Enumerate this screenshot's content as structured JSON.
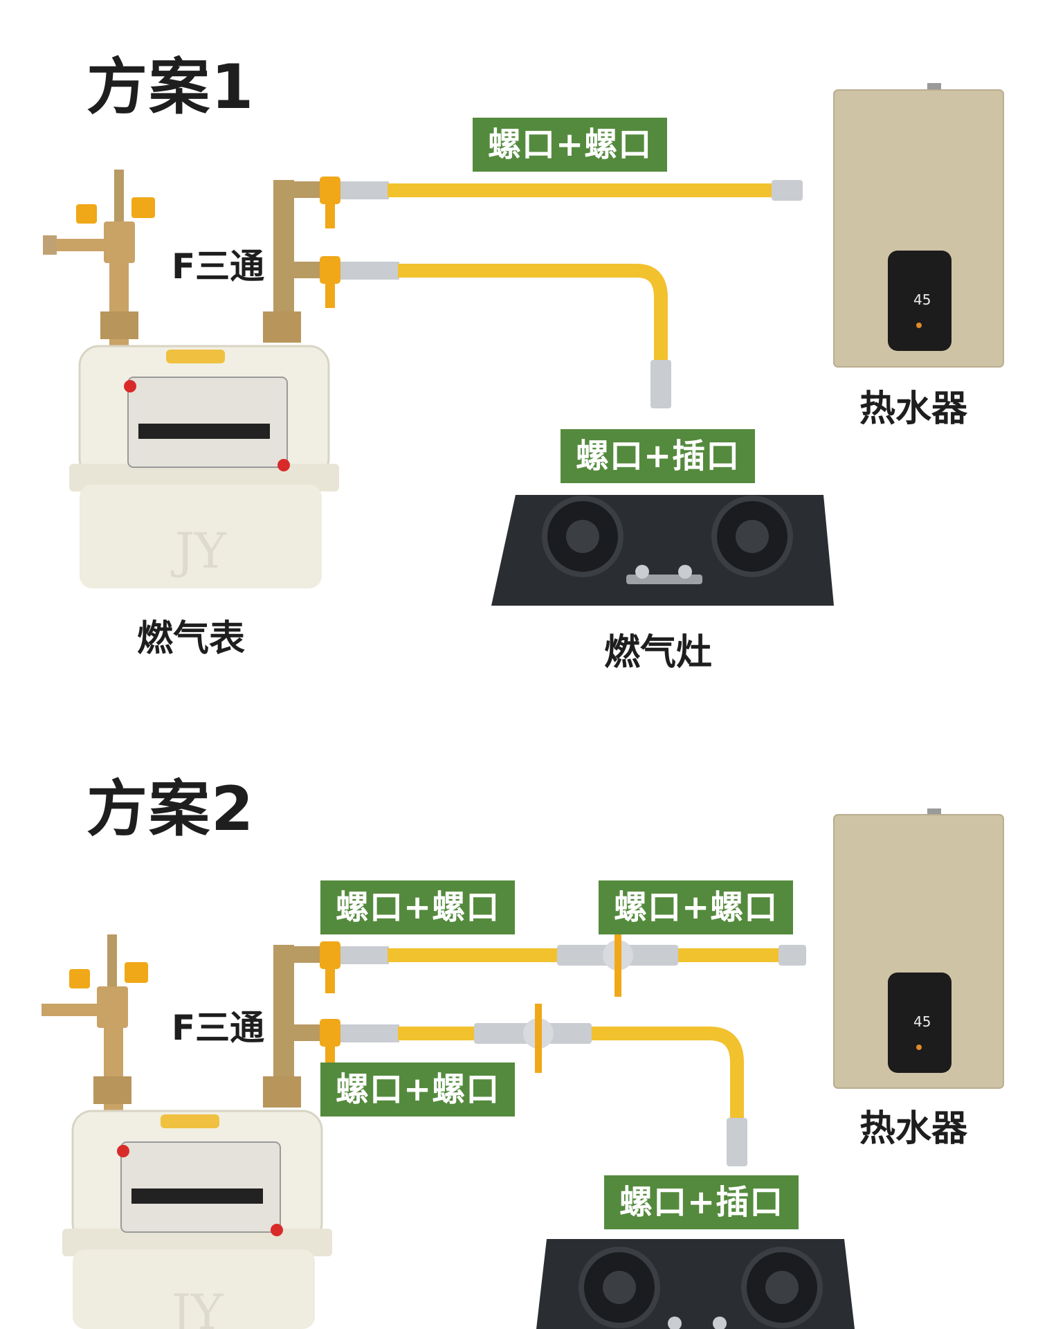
{
  "scheme1": {
    "title": "方案1",
    "tee_label": "F三通",
    "tag_top": "螺口+螺口",
    "tag_bottom": "螺口+插口",
    "meter_caption": "燃气表",
    "stove_caption": "燃气灶",
    "heater_caption": "热水器"
  },
  "scheme2": {
    "title": "方案2",
    "tee_label": "F三通",
    "tag_top_left": "螺口+螺口",
    "tag_top_right": "螺口+螺口",
    "tag_mid": "螺口+螺口",
    "tag_stove": "螺口+插口",
    "heater_caption": "热水器"
  },
  "colors": {
    "tag_green": "#548a3d",
    "hose_yellow": "#f2c12e",
    "valve_orange": "#f0a818",
    "brass": "#c9a266",
    "heater_body": "#cfc3a6",
    "stove_glass": "#2a2d31"
  },
  "icons": [
    "gas-meter-icon",
    "tee-valve-icon",
    "water-heater-icon",
    "gas-stove-icon",
    "ball-valve-icon"
  ]
}
